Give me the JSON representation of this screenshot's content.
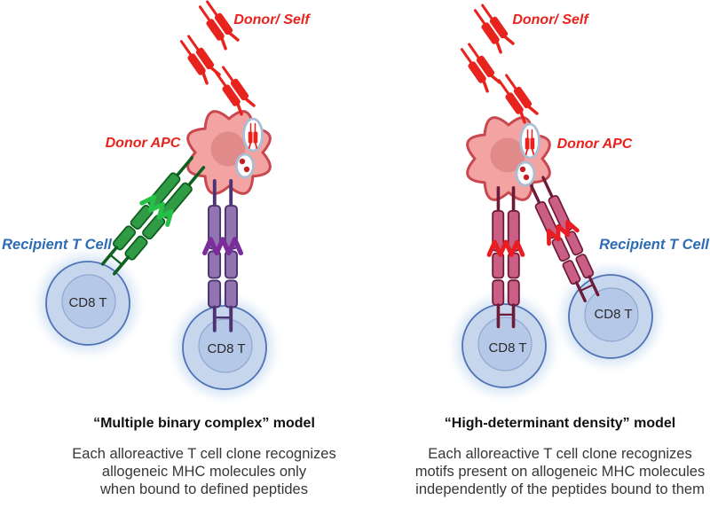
{
  "figure": {
    "type": "immunology-model-diagram",
    "panel_count": 2
  },
  "colors": {
    "background": "#ffffff",
    "accent-red": "#e8221d",
    "label-blue": "#2e6cb5",
    "apc-fill": "#f2a3a2",
    "apc-border": "#c9474e",
    "apc-nucleus": "#e08a8a",
    "vesicle-border": "#a9bdd3",
    "vesicle-dot": "#c02026",
    "tcell-fill": "#c5d6ed",
    "tcell-border": "#4f72b4",
    "tcell-inner": "#b5c8e7",
    "tcell-inner-border": "#90a7d2",
    "tcell-glow": "#d6e4f5",
    "green-body": "#2f9b44",
    "green-border": "#115f20",
    "green-peptide": "#25c146",
    "purple-body": "#9174b0",
    "purple-border": "#4c3472",
    "purple-peptide": "#7c2d9c",
    "crimson-body": "#ca5f85",
    "crimson-border": "#6e1a39",
    "crimson-peptide": "#ea1c22",
    "text-heading": "#111111",
    "text-body": "#363636"
  },
  "panels": [
    {
      "id": "multiple-binary-complex",
      "labels": {
        "donor_self": "Donor/ Self",
        "donor_apc": "Donor APC",
        "recipient": "Recipient T Cell",
        "cd8": "CD8 T"
      },
      "model_name": "“Multiple binary complex” model",
      "description": [
        "Each alloreactive T cell clone recognizes",
        "allogeneic MHC molecules only",
        "when bound to defined peptides"
      ]
    },
    {
      "id": "high-determinant-density",
      "labels": {
        "donor_self": "Donor/ Self",
        "donor_apc": "Donor APC",
        "recipient": "Recipient T Cell",
        "cd8": "CD8 T"
      },
      "model_name": "“High-determinant density” model",
      "description": [
        "Each alloreactive T cell clone recognizes",
        "motifs present on allogeneic MHC molecules",
        "independently of the peptides bound to them"
      ]
    }
  ]
}
